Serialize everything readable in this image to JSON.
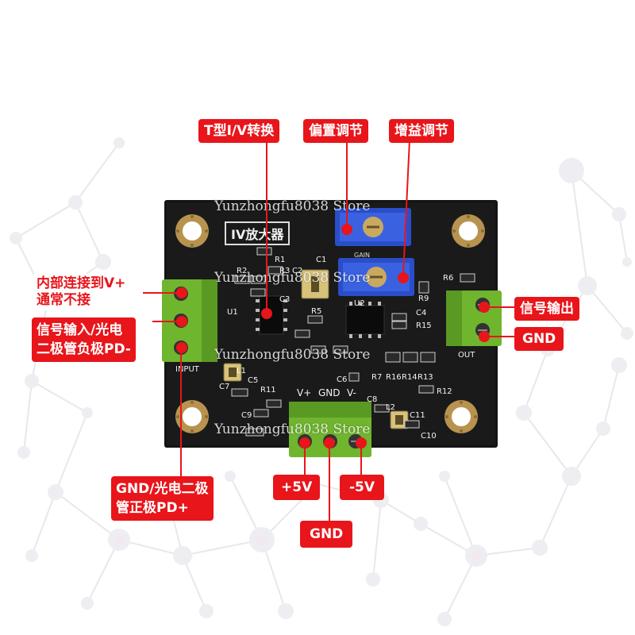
{
  "labels": {
    "tiv": "T型I/V转换",
    "offset": "偏置调节",
    "gain": "增益调节",
    "internal_l1": "内部连接到V+",
    "internal_l2": "通常不接",
    "signal_in_l1": "信号输入/光电",
    "signal_in_l2": "二极管负极PD-",
    "gnd_pd_l1": "GND/光电二极",
    "gnd_pd_l2": "管正极PD+",
    "signal_out": "信号输出",
    "gnd_right": "GND",
    "plus5v": "+5V",
    "minus5v": "-5V",
    "gnd_bottom": "GND"
  },
  "board": {
    "title": "IV放大器",
    "input_label": "INPUT",
    "out_label": "OUT",
    "gain_label": "GAIN",
    "pin_vplus": "V+",
    "pin_gnd": "GND",
    "pin_vminus": "V-",
    "refs": {
      "r1": "R1",
      "r2": "R2",
      "r3": "R3",
      "c1": "C1",
      "c2": "C2",
      "c3": "C3",
      "u1": "U1",
      "u2": "U2",
      "r5": "R5",
      "r6": "R6",
      "r9": "R9",
      "c4": "C4",
      "r15": "R15",
      "c6": "C6",
      "r7": "R7",
      "r16": "R16",
      "r14": "R14",
      "r13": "R13",
      "l1": "L1",
      "c5": "C5",
      "c7": "C7",
      "r11": "R11",
      "c9": "C9",
      "r12": "R12",
      "c11": "C11",
      "c10": "C10",
      "l2": "L2",
      "c8": "C8"
    }
  },
  "watermark": "Yunzhongfu8038 Store",
  "colors": {
    "label_bg": "#e8151b",
    "board": "#141414",
    "terminal": "#6fb52e",
    "pot": "#2a4ec9",
    "line": "#e8151b"
  }
}
